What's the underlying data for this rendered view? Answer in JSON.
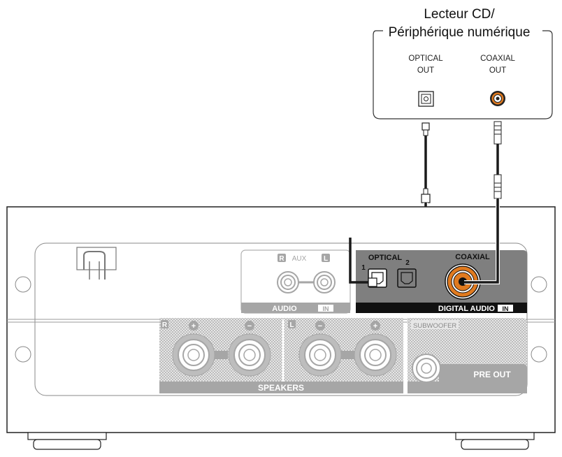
{
  "source_device": {
    "title_line1": "Lecteur CD/",
    "title_line2": "Périphérique numérique",
    "optical_label_line1": "OPTICAL",
    "optical_label_line2": "OUT",
    "coaxial_label_line1": "COAXIAL",
    "coaxial_label_line2": "OUT"
  },
  "rear_panel": {
    "aux": {
      "r_badge": "R",
      "aux_label": "AUX",
      "l_badge": "L",
      "audio_label": "AUDIO",
      "in_badge": "IN"
    },
    "digital": {
      "optical_label": "OPTICAL",
      "optical_num_1": "1",
      "optical_num_2": "2",
      "coaxial_label": "COAXIAL",
      "digital_audio_label": "DIGITAL AUDIO",
      "in_badge": "IN"
    },
    "speakers": {
      "r_badge": "R",
      "l_badge": "L",
      "plus": "+",
      "minus": "−",
      "label": "SPEAKERS"
    },
    "pre_out": {
      "subwoofer_label": "SUBWOOFER",
      "label": "PRE OUT"
    }
  },
  "colors": {
    "coaxial_orange": "#e07a1f",
    "digital_panel": "#7f7f7f",
    "label_bar": "#a6a6a6",
    "cable": "#1a1a1a"
  }
}
